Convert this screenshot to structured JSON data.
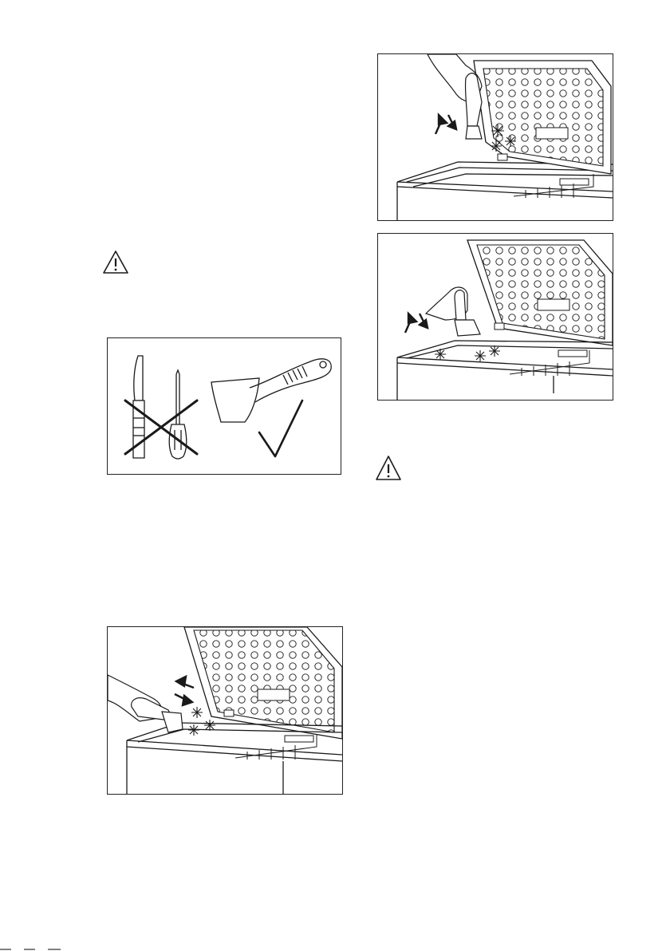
{
  "colors": {
    "line": "#1a1a1a",
    "page": "#ffffff"
  },
  "icons": [
    "warning-triangle-icon",
    "knife-icon",
    "screwdriver-icon",
    "cross-mark-icon",
    "plastic-scraper-icon",
    "check-mark-icon",
    "hand-icon",
    "arrow-up-icon",
    "arrow-down-icon",
    "ice-crystal-icon"
  ],
  "figures": [
    "tools-do-and-dont",
    "scrape-lid-frost",
    "scrape-rim-frost",
    "scrape-cabinet-edge"
  ]
}
